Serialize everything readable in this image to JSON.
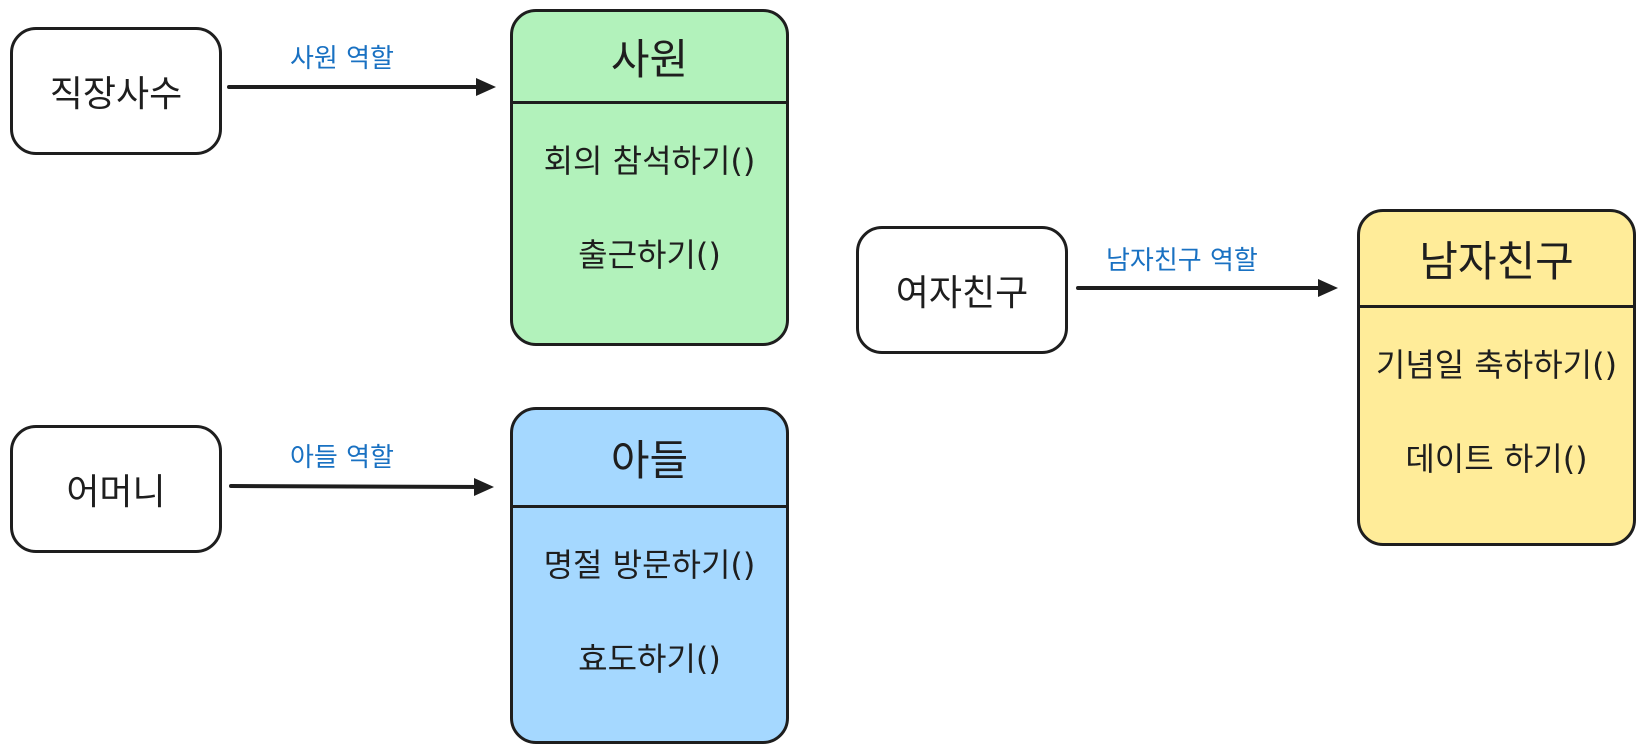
{
  "colors": {
    "stroke": "#1e1e1e",
    "label": "#1971c2",
    "employee_fill": "#b2f2bb",
    "son_fill": "#a5d8ff",
    "boyfriend_fill": "#ffec99",
    "actor_fill": "#ffffff"
  },
  "actors": {
    "boss": "직장사수",
    "mother": "어머니",
    "girlfriend": "여자친구"
  },
  "roles": {
    "employee": {
      "title": "사원",
      "methods": [
        "회의 참석하기()",
        "출근하기()"
      ]
    },
    "son": {
      "title": "아들",
      "methods": [
        "명절 방문하기()",
        "효도하기()"
      ]
    },
    "boyfriend": {
      "title": "남자친구",
      "methods": [
        "기념일 축하하기()",
        "데이트 하기()"
      ]
    }
  },
  "edges": {
    "employee_label": "사원 역할",
    "son_label": "아들 역할",
    "boyfriend_label": "남자친구 역할"
  }
}
